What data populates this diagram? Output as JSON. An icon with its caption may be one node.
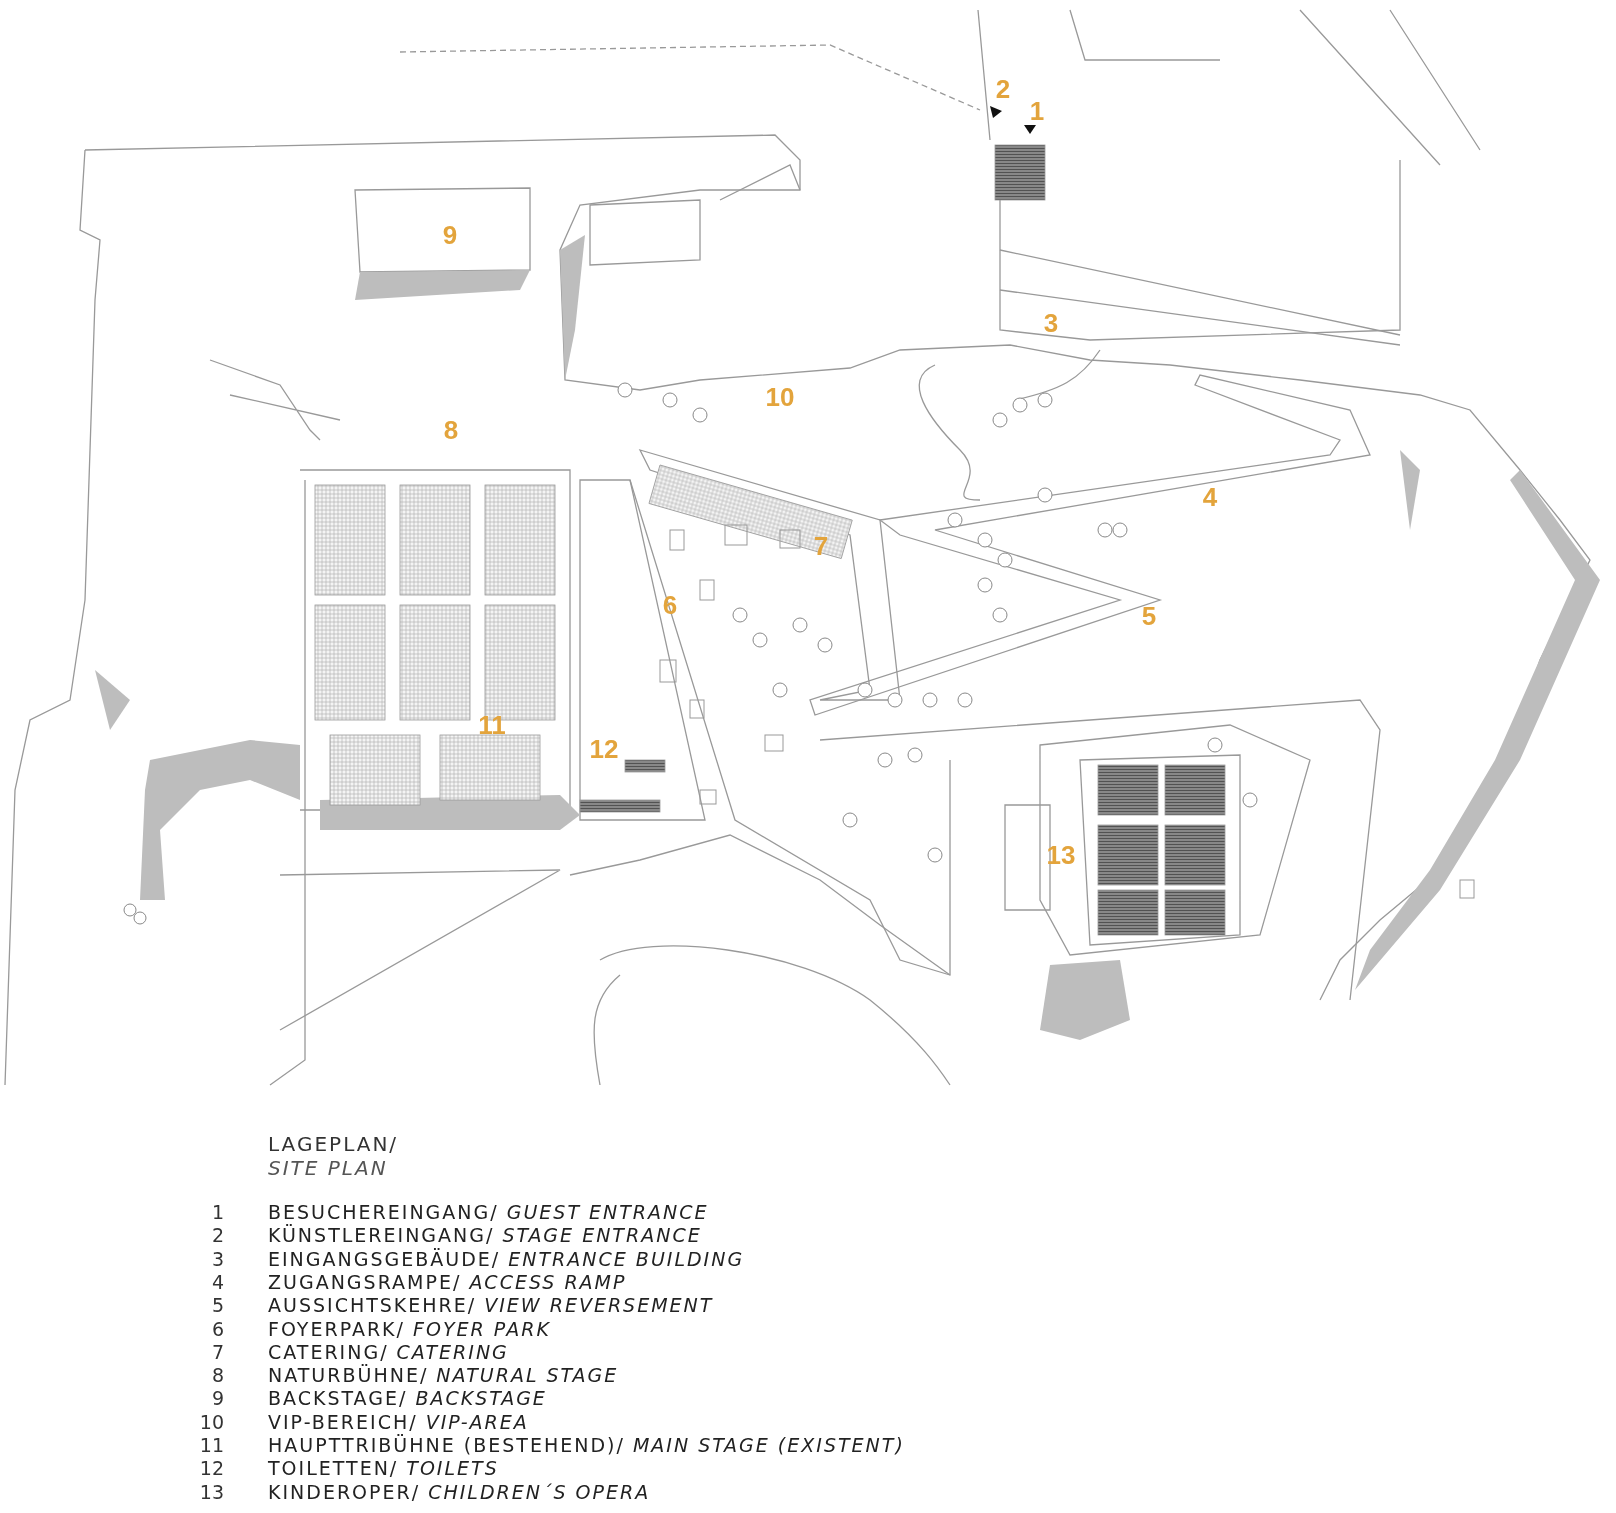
{
  "diagram": {
    "title": "LAGEPLAN/ *SITE PLAN*",
    "labels": [
      "2",
      "1",
      "9",
      "3",
      "10",
      "8",
      "4",
      "7",
      "6",
      "5",
      "11",
      "12",
      "13",
      "1",
      "BESUCHEREINGANG/ *GUEST ENTRANCE*",
      "2",
      "KÜNSTLEREINGANG/ *STAGE ENTRANCE*",
      "3",
      "EINGANGSGEBÄUDE/ *ENTRANCE BUILDING*",
      "4",
      "ZUGANGSRAMPE/ *ACCESS RAMP*",
      "5",
      "AUSSICHTSKEHRE/ *VIEW REVERSEMENT*",
      "6",
      "FOYERPARK/ *FOYER PARK*",
      "7",
      "CATERING/ *CATERING*",
      "8",
      "NATURBÜHNE/ *NATURAL STAGE*",
      "9",
      "BACKSTAGE/ *BACKSTAGE*",
      "10",
      "VIP-BEREICH/ *VIP-AREA*",
      "11",
      "HAUPTTRIBÜHNE (BESTEHEND)/ *MAIN STAGE (EXISTENT)*",
      "12",
      "TOILETTEN/ *TOILETS*",
      "13",
      "KINDEROPER/ *CHILDREN´S OPERA*"
    ]
  }
}
